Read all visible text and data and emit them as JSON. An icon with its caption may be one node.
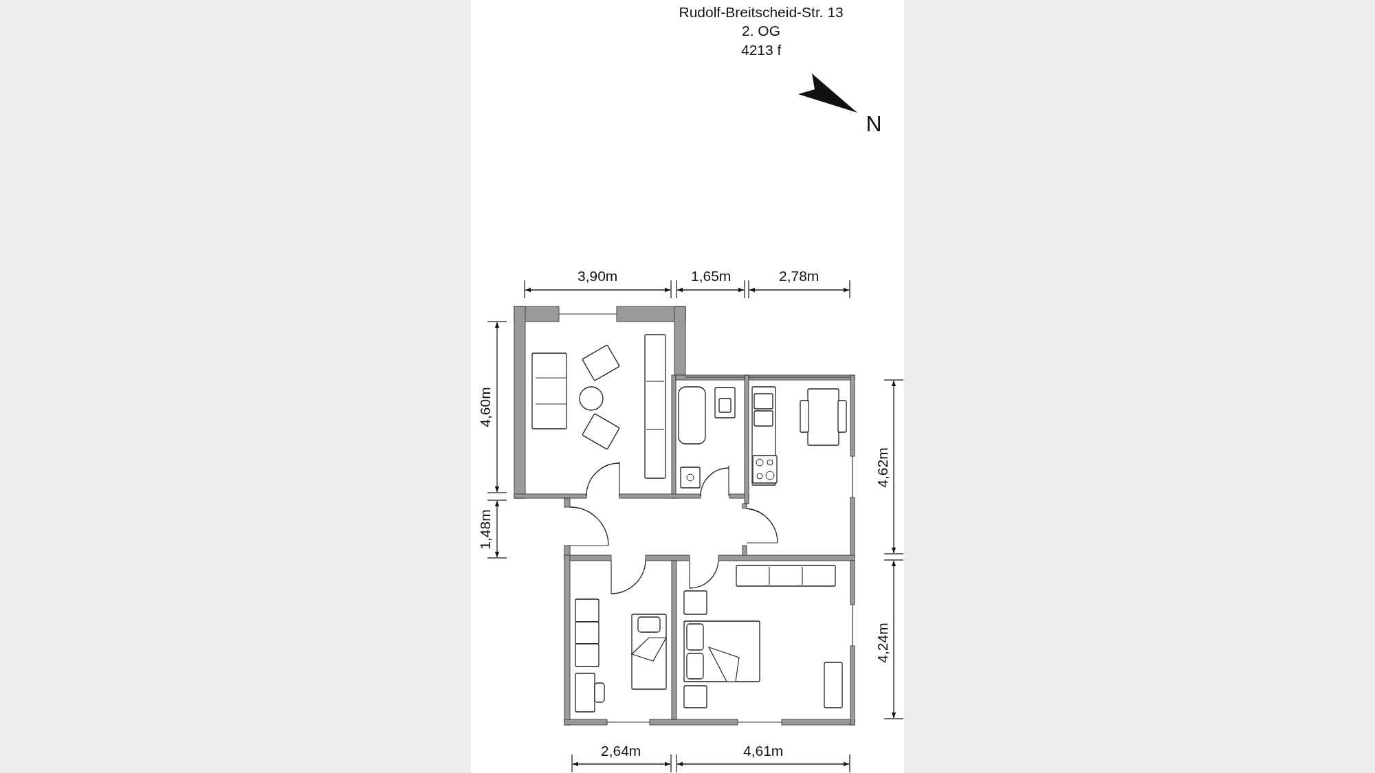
{
  "diagram": {
    "labels": [
      "Rudolf-Breitscheid-Str. 13",
      "2. OG",
      "4213 f",
      "N",
      "3,90m",
      "1,65m",
      "2,78m",
      "4,60m",
      "4,62m",
      "1,48m",
      "4,24m",
      "2,64m",
      "4,61m"
    ]
  }
}
